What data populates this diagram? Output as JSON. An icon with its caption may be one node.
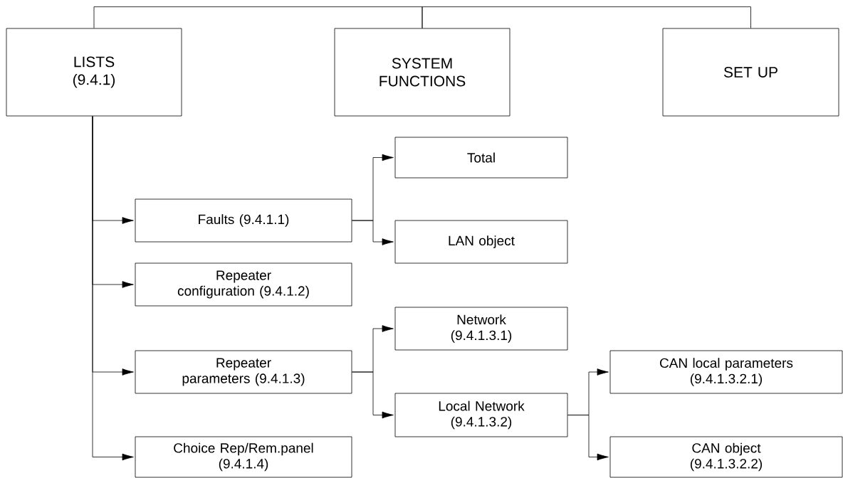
{
  "diagram": {
    "nodes": [
      {
        "text": [
          "LISTS (9.4.1)"
        ]
      },
      {
        "text": [
          "SYSTEM FUNCTIONS"
        ]
      },
      {
        "text": [
          "SET UP"
        ]
      },
      {
        "text": [
          "Total"
        ]
      },
      {
        "text": [
          "Faults (9.4.1.1)"
        ]
      },
      {
        "text": [
          "LAN object"
        ]
      },
      {
        "text": [
          "Repeater configuration (9.4.1.2)"
        ]
      },
      {
        "text": [
          "Network (9.4.1.3.1)"
        ]
      },
      {
        "text": [
          "Repeater parameters (9.4.1.3)"
        ]
      },
      {
        "text": [
          "CAN local parameters (9.4.1.3.2.1)"
        ]
      },
      {
        "text": [
          "Local Network (9.4.1.3.2)"
        ]
      },
      {
        "text": [
          "Choice Rep/Rem.panel (9.4.1.4)"
        ]
      },
      {
        "text": [
          "CAN object (9.4.1.3.2.2)"
        ]
      }
    ],
    "edges": [
      {
        "from": 1,
        "to": 0,
        "arrow": "none"
      },
      {
        "from": 1,
        "to": 2,
        "arrow": "none"
      },
      {
        "from": 0,
        "to": 4,
        "arrow": "to"
      },
      {
        "from": 0,
        "to": 6,
        "arrow": "to"
      },
      {
        "from": 0,
        "to": 8,
        "arrow": "to"
      },
      {
        "from": 0,
        "to": 11,
        "arrow": "to"
      },
      {
        "from": 4,
        "to": 3,
        "arrow": "to"
      },
      {
        "from": 4,
        "to": 5,
        "arrow": "to"
      },
      {
        "from": 8,
        "to": 7,
        "arrow": "to"
      },
      {
        "from": 8,
        "to": 10,
        "arrow": "to"
      },
      {
        "from": 10,
        "to": 9,
        "arrow": "to"
      },
      {
        "from": 10,
        "to": 12,
        "arrow": "to"
      }
    ]
  }
}
